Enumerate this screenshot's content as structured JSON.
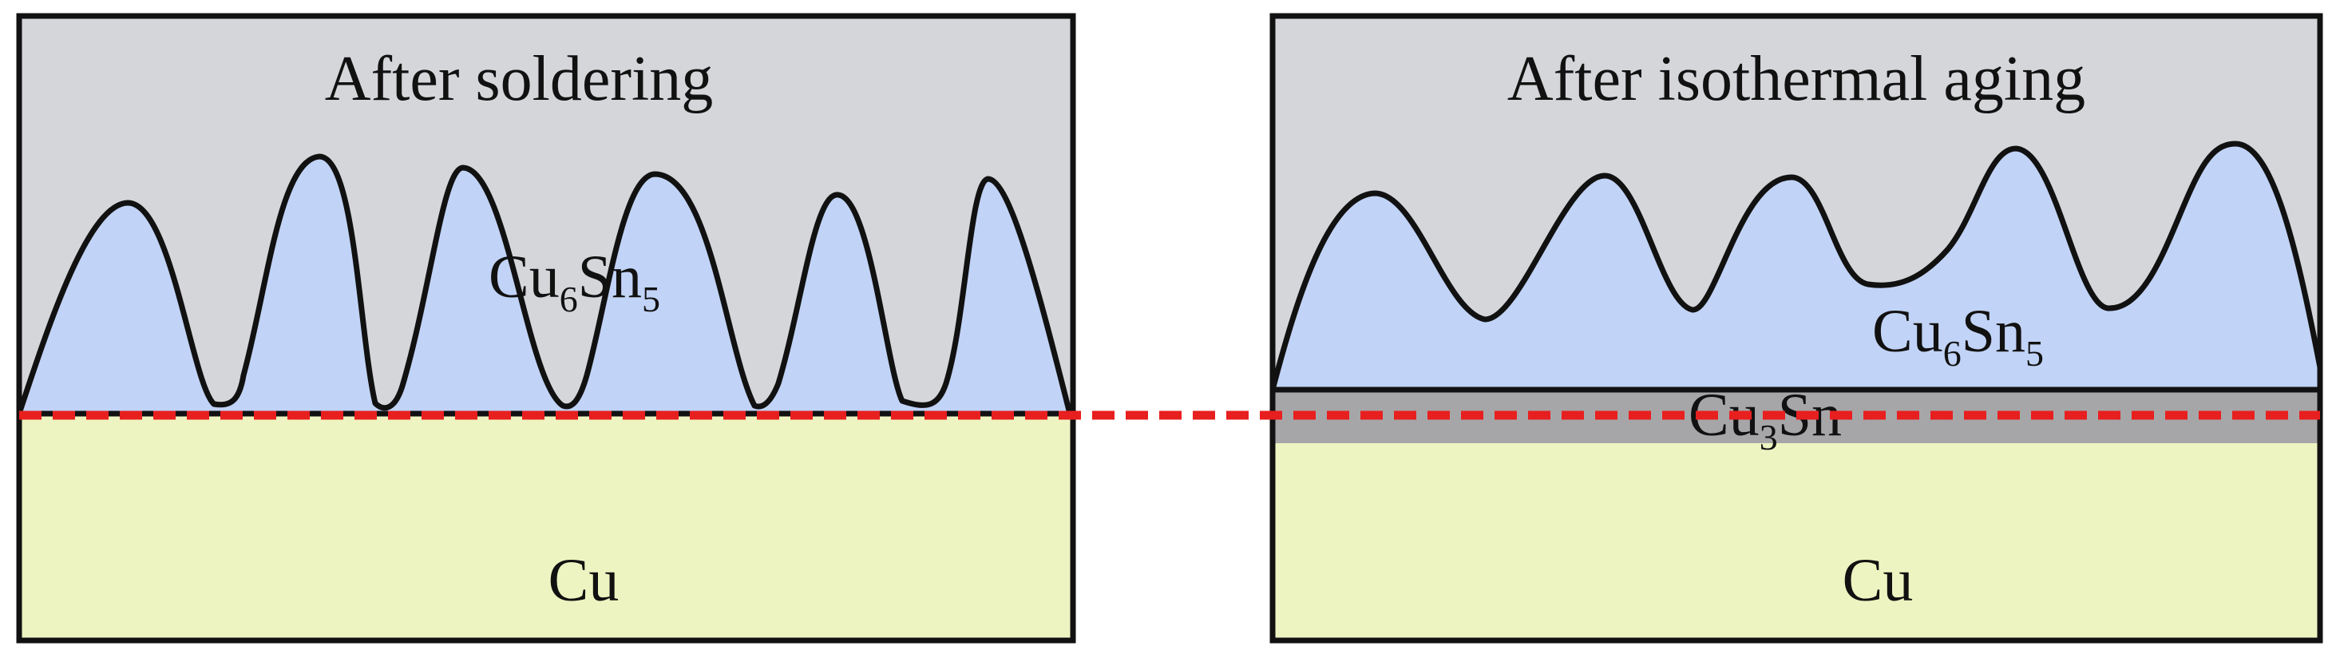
{
  "panels": [
    {
      "title": "After soldering",
      "layers": {
        "imc": {
          "base": "Cu",
          "sub1": "6",
          "mid": "Sn",
          "sub2": "5"
        },
        "substrate": "Cu"
      }
    },
    {
      "title": "After isothermal aging",
      "layers": {
        "imc": {
          "base": "Cu",
          "sub1": "6",
          "mid": "Sn",
          "sub2": "5"
        },
        "interlayer": {
          "base": "Cu",
          "sub1": "3",
          "mid": "Sn"
        },
        "substrate": "Cu"
      }
    }
  ],
  "colors": {
    "solder": "#d5d6da",
    "imc": "#c1d3f6",
    "cu3sn": "#a6a6a8",
    "copper": "#eef4c1",
    "outline": "#111111",
    "reference_line": "#e81f1f"
  }
}
